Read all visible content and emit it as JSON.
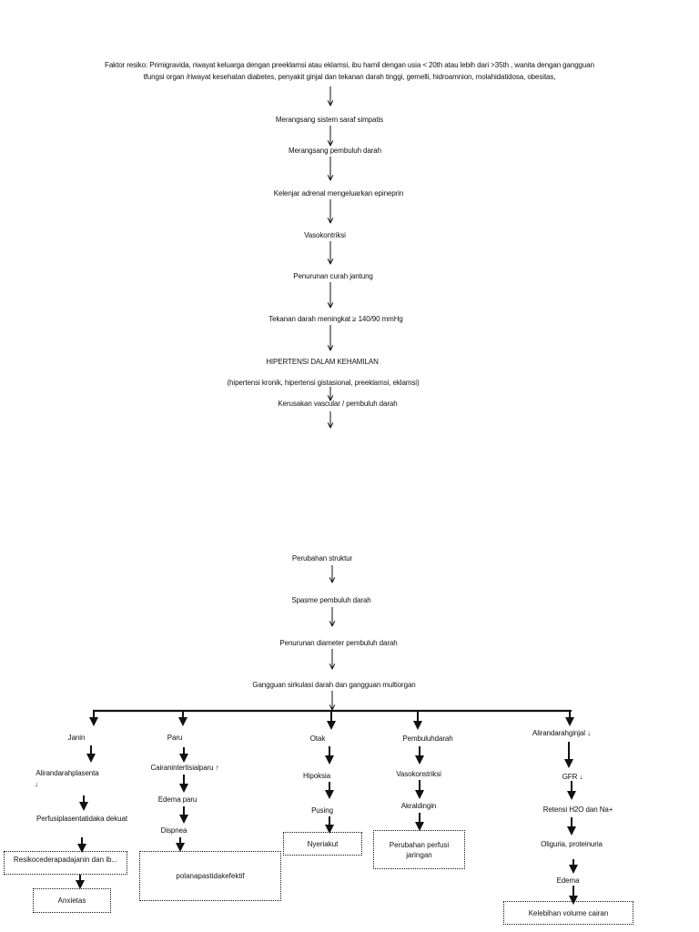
{
  "header": {
    "line1": "Faktor resiko: Primigravida, riwayat keluarga dengan preeklamsi atau eklamsi, ibu hamil dengan usia < 20th atau lebih dari >35th , wanita dengan gangguan",
    "line2": "tfungsi organ /riwayat kesehatan diabetes, penyakit ginjal dan tekanan darah tinggi, gemelli, hidroamnion, molahidatidosa, obesitas,"
  },
  "chain": [
    "Merangsang sistem saraf simpatis",
    "Merangsang pembuluh darah",
    "Kelenjar adrenal mengeluarkan epineprin",
    "Vasokontriksi",
    "Penurunan curah jantung",
    "Tekanan darah meningkat ≥ 140/90 mmHg",
    "HIPERTENSI DALAM KEHAMILAN",
    "(hipertensi kronik, hipertensi gistasional, preeklamsi, eklamsi)",
    "Kerusakan vascular / pembuluh darah"
  ],
  "chain2": [
    "Perubahan struktur",
    "Spasme pembuluh darah",
    "Penurunan diameter pembuluh darah",
    "Gangguan sirkulasi darah dan gangguan multiorgan"
  ],
  "branches": {
    "janin": {
      "title": "Janin",
      "step1": "Alirandarahplasenta",
      "step1_arrow": "↓",
      "step2": "Perfusiplasentatidaka dekuat",
      "box1": "Resikocederapadajanin dan ib...",
      "box2": "Anxietas"
    },
    "paru": {
      "title": "Paru",
      "step1": "Cairanintertisialparu ↑",
      "step2": "Edema paru",
      "step3": "Dispnea",
      "box1": "polanapastidakefektif"
    },
    "otak": {
      "title": "Otak",
      "step1": "Hipoksia",
      "step2": "Pusing",
      "box1": "Nyeriakut"
    },
    "pembuluh": {
      "title": "Pembuluhdarah",
      "step1": "Vasokonstriksi",
      "step2": "Akraldingin",
      "box1": "Perubahan perfusi jaringan"
    },
    "ginjal": {
      "title": "Alirandarahginjal ↓",
      "step1": "GFR ↓",
      "step2": "Retensi H2O dan Na+",
      "step3": "Oliguria, proteinuria",
      "step4": "Edema",
      "box1": "Kelebihan volume cairan"
    }
  }
}
